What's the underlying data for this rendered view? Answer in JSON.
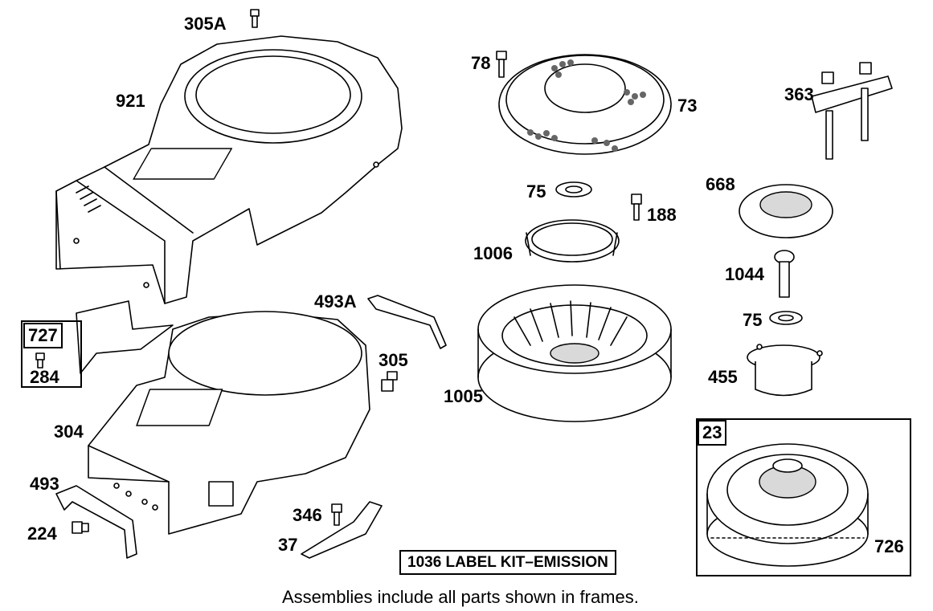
{
  "labels": {
    "p305a": "305A",
    "p921": "921",
    "p78": "78",
    "p73": "73",
    "p363": "363",
    "p75a": "75",
    "p668": "668",
    "p188": "188",
    "p1006": "1006",
    "p1044": "1044",
    "p75b": "75",
    "p493a": "493A",
    "p727": "727",
    "p284": "284",
    "p305": "305",
    "p1005": "1005",
    "p455": "455",
    "p304": "304",
    "p23": "23",
    "p493": "493",
    "p346": "346",
    "p224": "224",
    "p37": "37",
    "p726": "726"
  },
  "kit_label": "1036 LABEL KIT–EMISSION",
  "caption": "Assemblies include all parts shown in frames."
}
